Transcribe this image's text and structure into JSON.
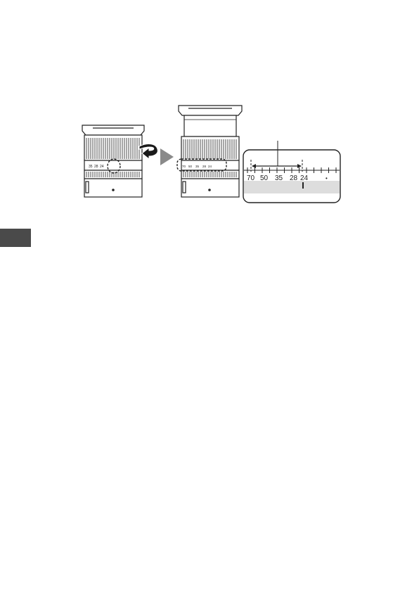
{
  "figure": {
    "lens_retracted": {
      "scale_labels": [
        "35",
        "28",
        "24"
      ]
    },
    "lens_extended": {
      "scale_labels": [
        "70",
        "50",
        "35",
        "28",
        "24"
      ]
    },
    "callout": {
      "scale_labels": [
        "70",
        "50",
        "35",
        "28",
        "24"
      ],
      "index_mark": "•"
    },
    "icons": [
      "rotate-arrow-icon",
      "next-step-arrow-icon"
    ],
    "colors": {
      "line": "#222222",
      "side_tab": "#4a4a4a",
      "lens_fill": "#ffffff",
      "callout_band": "#dddddd"
    }
  }
}
